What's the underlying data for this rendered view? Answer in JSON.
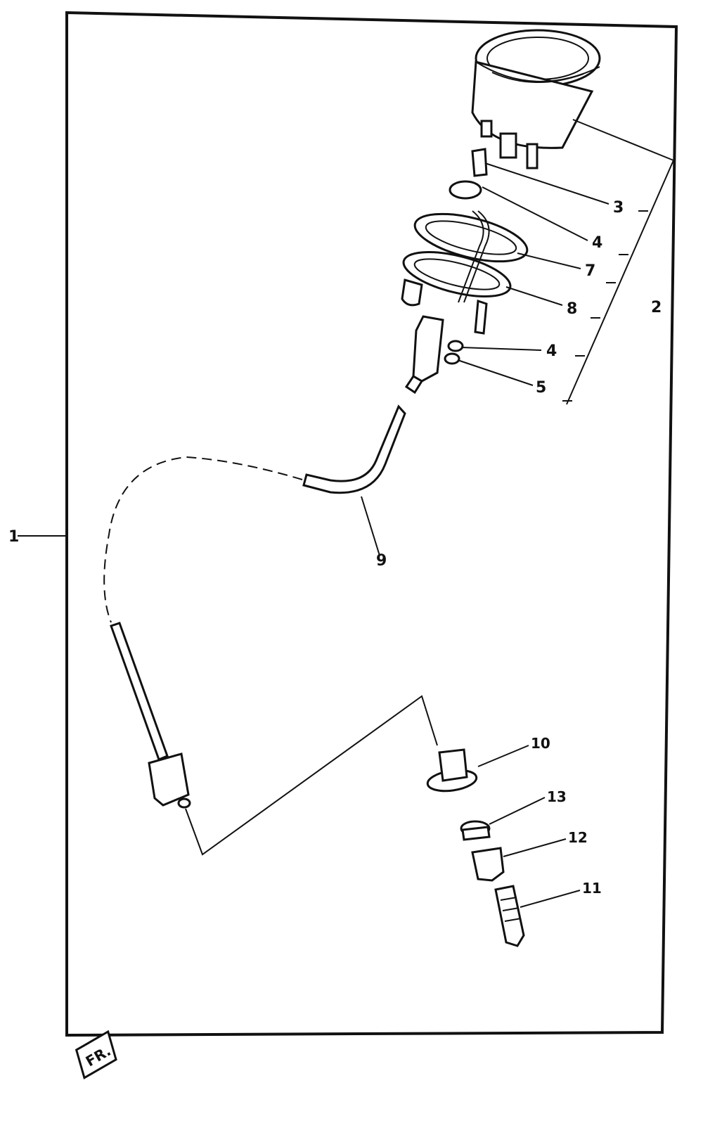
{
  "callouts": [
    {
      "id": "1",
      "text": "1"
    },
    {
      "id": "2",
      "text": "2"
    },
    {
      "id": "3",
      "text": "3"
    },
    {
      "id": "4a",
      "text": "4"
    },
    {
      "id": "7",
      "text": "7"
    },
    {
      "id": "8",
      "text": "8"
    },
    {
      "id": "4b",
      "text": "4"
    },
    {
      "id": "5",
      "text": "5"
    },
    {
      "id": "9",
      "text": "9"
    },
    {
      "id": "10",
      "text": "10"
    },
    {
      "id": "13",
      "text": "13"
    },
    {
      "id": "12",
      "text": "12"
    },
    {
      "id": "11",
      "text": "11"
    }
  ],
  "fr_badge": "FR."
}
